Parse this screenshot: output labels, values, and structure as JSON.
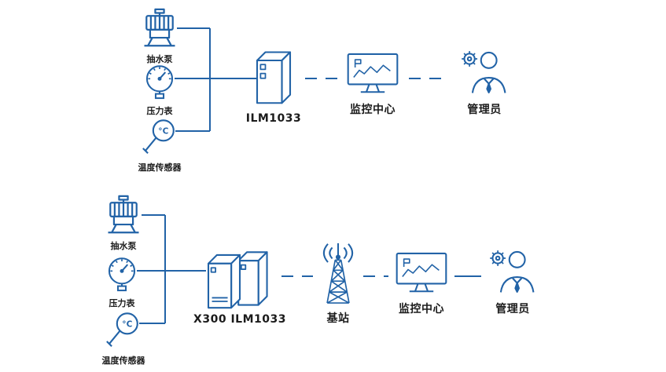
{
  "colors": {
    "icon": "#2263a7",
    "label": "#1b1b1b"
  },
  "icons": {
    "temp_unit": "°C"
  },
  "top": {
    "sensors": [
      {
        "icon": "pump-icon",
        "label": "抽水泵"
      },
      {
        "icon": "pressure-gauge-icon",
        "label": "压力表"
      },
      {
        "icon": "temperature-sensor-icon",
        "label": "温度传感器"
      }
    ],
    "device_label": "ILM1033",
    "monitor_label": "监控中心",
    "admin_label": "管理员"
  },
  "bottom": {
    "sensors": [
      {
        "icon": "pump-icon",
        "label": "抽水泵"
      },
      {
        "icon": "pressure-gauge-icon",
        "label": "压力表"
      },
      {
        "icon": "temperature-sensor-icon",
        "label": "温度传感器"
      }
    ],
    "device_label": "X300 ILM1033",
    "station_label": "基站",
    "monitor_label": "监控中心",
    "admin_label": "管理员"
  }
}
